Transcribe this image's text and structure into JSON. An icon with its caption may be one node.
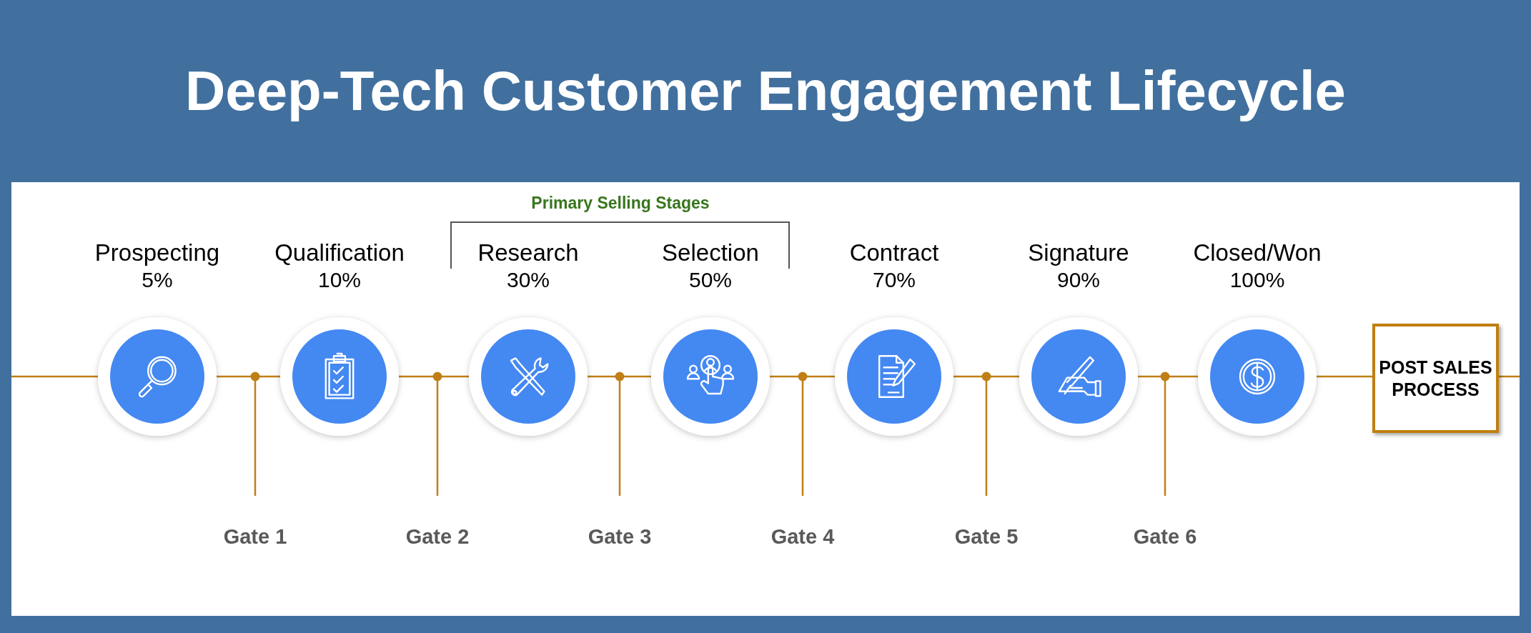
{
  "diagram": {
    "title": "Deep-Tech Customer Engagement Lifecycle",
    "nodes": [
      {
        "text": [
          "Prospecting",
          "5%"
        ]
      },
      {
        "text": [
          "Qualification",
          "10%"
        ]
      },
      {
        "text": [
          "Research",
          "30%"
        ]
      },
      {
        "text": [
          "Selection",
          "50%"
        ]
      },
      {
        "text": [
          "Contract",
          "70%"
        ]
      },
      {
        "text": [
          "Signature",
          "90%"
        ]
      },
      {
        "text": [
          "Closed/Won",
          "100%"
        ]
      },
      {
        "text": [
          "POST SALES PROCESS"
        ]
      }
    ],
    "edges": [
      {
        "from": null,
        "to": 0,
        "arrow": "none"
      },
      {
        "from": 0,
        "to": 1,
        "arrow": "none"
      },
      {
        "from": 1,
        "to": 2,
        "arrow": "none"
      },
      {
        "from": 2,
        "to": 3,
        "arrow": "none"
      },
      {
        "from": 3,
        "to": 4,
        "arrow": "none"
      },
      {
        "from": 4,
        "to": 5,
        "arrow": "none"
      },
      {
        "from": 5,
        "to": 6,
        "arrow": "none"
      },
      {
        "from": 6,
        "to": 7,
        "arrow": "none"
      },
      {
        "from": 7,
        "to": null,
        "arrow": "none"
      }
    ],
    "labels": [
      "Primary Selling Stages",
      "Gate 1",
      "Gate 2",
      "Gate 3",
      "Gate 4",
      "Gate 5",
      "Gate 6"
    ]
  }
}
